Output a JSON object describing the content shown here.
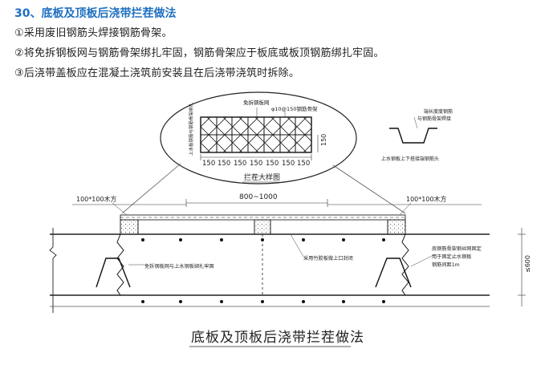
{
  "article": {
    "heading": "30、底板及顶板后浇带拦茬做法",
    "steps": [
      "①采用废旧钢筋头焊接钢筋骨架。",
      "②将免拆钢板网与钢筋骨架绑扎牢固，钢筋骨架应于板底或板顶钢筋绑扎牢固。",
      "③后浇带盖板应在混凝土浇筑前安装且在后浇带浇筑时拆除。"
    ]
  },
  "drawing": {
    "detail_labels": {
      "mesh_label": "免拆钢板网",
      "rebar_spec": "φ10@150钢筋骨架",
      "side_vertical": "上水板钢筋与钢筋骨架绑扎",
      "spacings": [
        "150",
        "150",
        "150",
        "150",
        "150",
        "150",
        "150"
      ],
      "height_dim": "150",
      "caption": "拦茬大样图"
    },
    "hook": {
      "upper_label_line1": "端长度度钢筋",
      "upper_label_line2": "与钢筋骨架焊接",
      "lower_label": "上水钢板上下搭接端钢筋头"
    },
    "section": {
      "span_dim": "800~1000",
      "cover_left": "100*100木方",
      "cover_right": "100*100木方",
      "mid_note": "采用竹胶板做上口封闭",
      "left_note": "免拆钢板网与上水钢板绑扎牢固",
      "right_note_lines": [
        "底钢筋骨架钢丝网固定",
        "用于固定止水钢板",
        "钢筋间距1m"
      ],
      "height_dim": "≤600",
      "title": "底板及顶板后浇带拦茬做法"
    }
  }
}
